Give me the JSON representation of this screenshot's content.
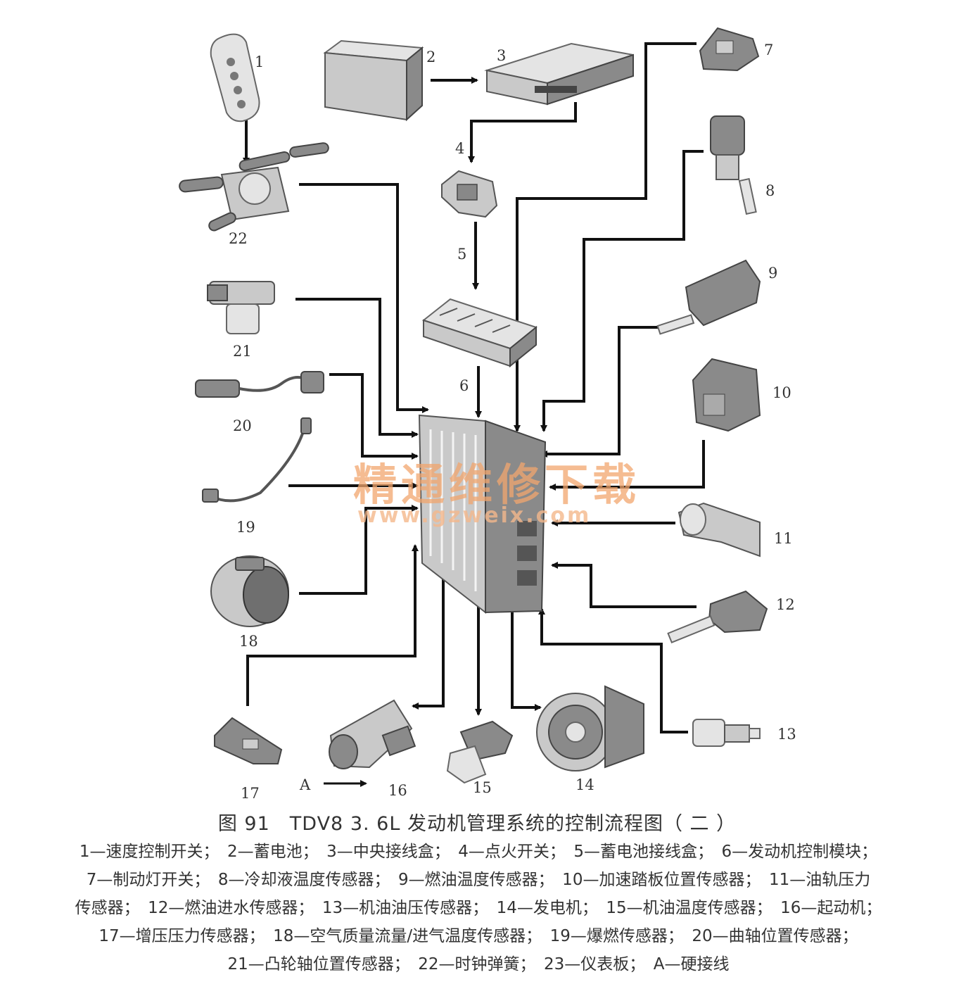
{
  "diagram": {
    "labels": {
      "l1": "1",
      "l2": "2",
      "l3": "3",
      "l4": "4",
      "l5": "5",
      "l6": "6",
      "l7": "7",
      "l8": "8",
      "l9": "9",
      "l10": "10",
      "l11": "11",
      "l12": "12",
      "l13": "13",
      "l14": "14",
      "l15": "15",
      "l16": "16",
      "l17": "17",
      "l18": "18",
      "l19": "19",
      "l20": "20",
      "l21": "21",
      "l22": "22",
      "lA": "A"
    },
    "watermark": {
      "cn": "精通维修下载",
      "url": "www.gzweix.com"
    }
  },
  "caption": "图 91　TDV8 3. 6L 发动机管理系统的控制流程图（ 二 ）",
  "legend": {
    "line1": "1—速度控制开关；　2—蓄电池；　3—中央接线盒；　4—点火开关；　5—蓄电池接线盒；　6—发动机控制模块；",
    "line2": "7—制动灯开关；　8—冷却液温度传感器；　9—燃油温度传感器；　10—加速踏板位置传感器；　11—油轨压力",
    "line3": "传感器；　12—燃油进水传感器；　13—机油油压传感器；　14—发电机；　15—机油温度传感器；　16—起动机；",
    "line4": "17—增压压力传感器；　18—空气质量流量/进气温度传感器；　19—爆燃传感器；　20—曲轴位置传感器；",
    "line5": "21—凸轮轴位置传感器；　22—时钟弹簧；　23—仪表板；　A—硬接线"
  }
}
